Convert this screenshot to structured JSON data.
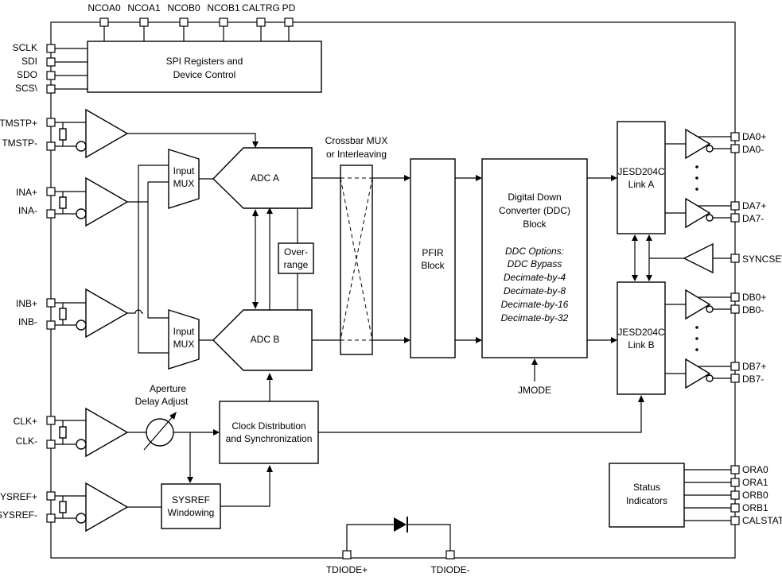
{
  "pins_top": [
    "NCOA0",
    "NCOA1",
    "NCOB0",
    "NCOB1",
    "CALTRG",
    "PD"
  ],
  "pins_left": {
    "sclk": "SCLK",
    "sdi": "SDI",
    "sdo": "SDO",
    "scs": "SCS\\",
    "tmstp_p": "TMSTP+",
    "tmstp_n": "TMSTP-",
    "ina_p": "INA+",
    "ina_n": "INA-",
    "inb_p": "INB+",
    "inb_n": "INB-",
    "clk_p": "CLK+",
    "clk_n": "CLK-",
    "sysref_p": "SYSREF+",
    "sysref_n": "SYSREF-"
  },
  "pins_right": {
    "da0_p": "DA0+",
    "da0_n": "DA0-",
    "da7_p": "DA7+",
    "da7_n": "DA7-",
    "syncse": "SYNCSE\\",
    "db0_p": "DB0+",
    "db0_n": "DB0-",
    "db7_p": "DB7+",
    "db7_n": "DB7-",
    "ora0": "ORA0",
    "ora1": "ORA1",
    "orb0": "ORB0",
    "orb1": "ORB1",
    "calstat": "CALSTAT"
  },
  "pins_bottom": {
    "tdiode_p": "TDIODE+",
    "tdiode_n": "TDIODE-"
  },
  "blocks": {
    "spi_line1": "SPI Registers and",
    "spi_line2": "Device Control",
    "input_mux_line1": "Input",
    "input_mux_line2": "MUX",
    "adc_a": "ADC A",
    "adc_b": "ADC B",
    "overrange_line1": "Over-",
    "overrange_line2": "range",
    "crossbar_line1": "Crossbar MUX",
    "crossbar_line2": "or Interleaving",
    "pfir_line1": "PFIR",
    "pfir_line2": "Block",
    "ddc_line1": "Digital Down",
    "ddc_line2": "Converter (DDC)",
    "ddc_line3": "Block",
    "ddc_opt1": "DDC Options:",
    "ddc_opt2": "DDC Bypass",
    "ddc_opt3": "Decimate-by-4",
    "ddc_opt4": "Decimate-by-8",
    "ddc_opt5": "Decimate-by-16",
    "ddc_opt6": "Decimate-by-32",
    "jmode": "JMODE",
    "jesd_a_line1": "JESD204C",
    "jesd_a_line2": "Link A",
    "jesd_b_line1": "JESD204C",
    "jesd_b_line2": "Link B",
    "aperture_line1": "Aperture",
    "aperture_line2": "Delay Adjust",
    "clockdist_line1": "Clock Distribution",
    "clockdist_line2": "and Synchronization",
    "sysref_line1": "SYSREF",
    "sysref_line2": "Windowing",
    "status_line1": "Status",
    "status_line2": "Indicators"
  }
}
